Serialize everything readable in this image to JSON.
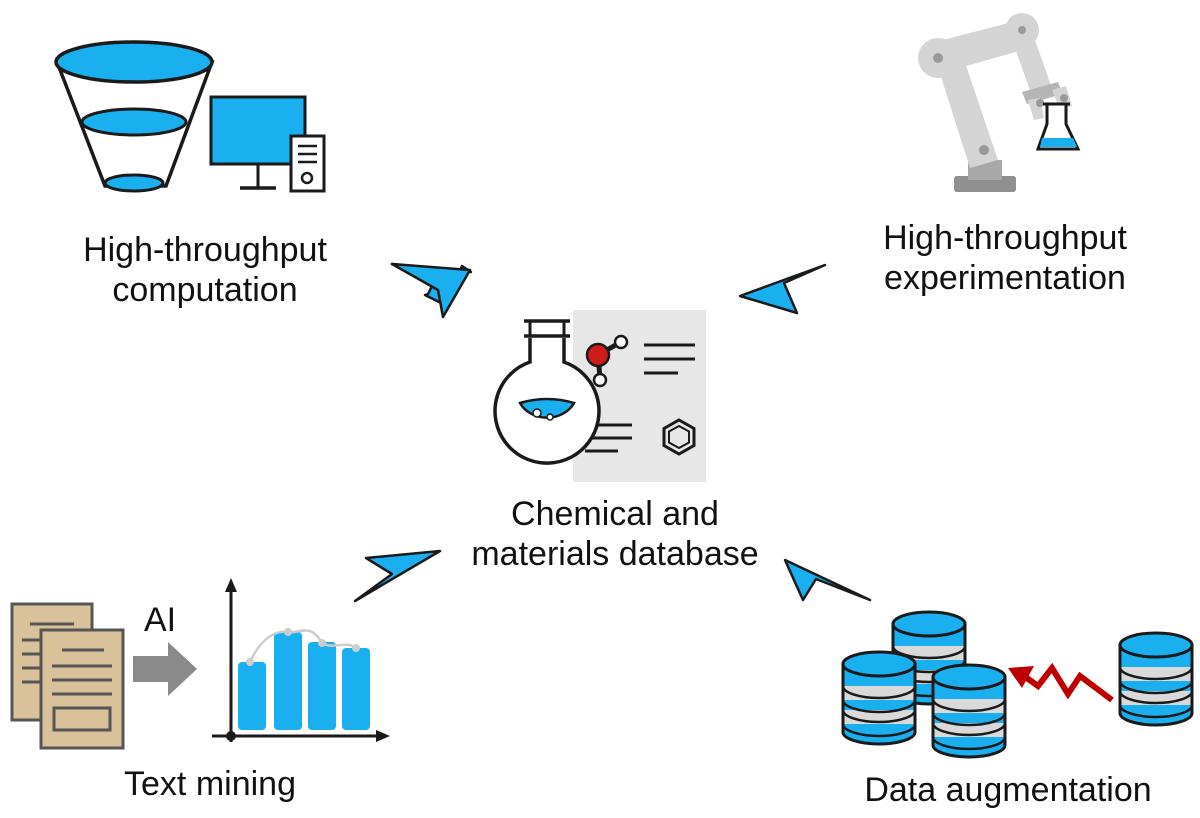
{
  "labels": {
    "htc": [
      "High-throughput",
      "computation"
    ],
    "hte": [
      "High-throughput",
      "experimentation"
    ],
    "db": [
      "Chemical and",
      "materials database"
    ],
    "text_mining": "Text mining",
    "data_aug": "Data augmentation",
    "ai": "AI"
  },
  "colors": {
    "accent": "#1ab0ef",
    "dark": "#1a1a1a",
    "paper": "#d9c29a",
    "gray_arrow": "#8a8a8a",
    "robot": "#d4d4d4",
    "red": "#c00000"
  },
  "icons": [
    "funnel-icon",
    "monitor-icon",
    "pc-tower-icon",
    "robot-arm-icon",
    "flask-icon",
    "molecule-icon",
    "benzene-icon",
    "document-icon",
    "bar-chart-icon",
    "database-icon",
    "lightning-arrow-icon"
  ]
}
